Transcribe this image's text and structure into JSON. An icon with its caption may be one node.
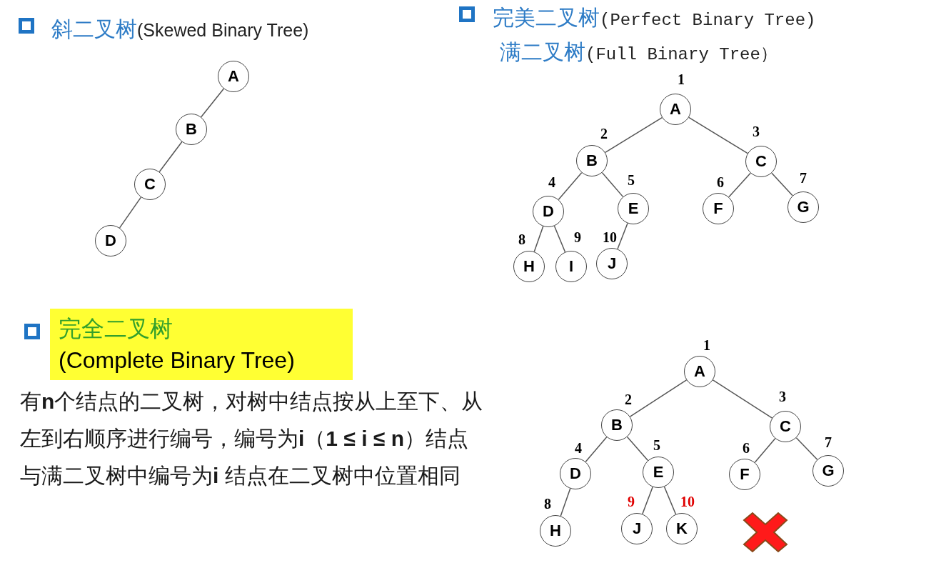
{
  "diagram": {
    "nodes": [
      {
        "text": [
          "A"
        ]
      },
      {
        "text": [
          "B"
        ]
      },
      {
        "text": [
          "C"
        ]
      },
      {
        "text": [
          "D"
        ]
      },
      {
        "text": [
          "A"
        ],
        "beside": [
          "1"
        ]
      },
      {
        "text": [
          "B"
        ],
        "beside": [
          "2"
        ]
      },
      {
        "text": [
          "C"
        ],
        "beside": [
          "3"
        ]
      },
      {
        "text": [
          "D"
        ],
        "beside": [
          "4"
        ]
      },
      {
        "text": [
          "E"
        ],
        "beside": [
          "5"
        ]
      },
      {
        "text": [
          "F"
        ],
        "beside": [
          "6"
        ]
      },
      {
        "text": [
          "G"
        ],
        "beside": [
          "7"
        ]
      },
      {
        "text": [
          "H"
        ],
        "beside": [
          "8"
        ]
      },
      {
        "text": [
          "I"
        ],
        "beside": [
          "9"
        ]
      },
      {
        "text": [
          "J"
        ],
        "beside": [
          "10"
        ]
      },
      {
        "text": [
          "A"
        ],
        "beside": [
          "1"
        ]
      },
      {
        "text": [
          "B"
        ],
        "beside": [
          "2"
        ]
      },
      {
        "text": [
          "C"
        ],
        "beside": [
          "3"
        ]
      },
      {
        "text": [
          "D"
        ],
        "beside": [
          "4"
        ]
      },
      {
        "text": [
          "E"
        ],
        "beside": [
          "5"
        ]
      },
      {
        "text": [
          "F"
        ],
        "beside": [
          "6"
        ]
      },
      {
        "text": [
          "G"
        ],
        "beside": [
          "7"
        ]
      },
      {
        "text": [
          "H"
        ],
        "beside": [
          "8"
        ]
      },
      {
        "text": [
          "J"
        ],
        "beside": [
          "9"
        ]
      },
      {
        "text": [
          "K"
        ],
        "beside": [
          "10"
        ]
      }
    ],
    "edges": [
      {
        "from": 0,
        "to": 1,
        "arrow": "none"
      },
      {
        "from": 1,
        "to": 2,
        "arrow": "none"
      },
      {
        "from": 2,
        "to": 3,
        "arrow": "none"
      },
      {
        "from": 4,
        "to": 5,
        "arrow": "none"
      },
      {
        "from": 4,
        "to": 6,
        "arrow": "none"
      },
      {
        "from": 5,
        "to": 7,
        "arrow": "none"
      },
      {
        "from": 5,
        "to": 8,
        "arrow": "none"
      },
      {
        "from": 6,
        "to": 9,
        "arrow": "none"
      },
      {
        "from": 6,
        "to": 10,
        "arrow": "none"
      },
      {
        "from": 7,
        "to": 11,
        "arrow": "none"
      },
      {
        "from": 7,
        "to": 12,
        "arrow": "none"
      },
      {
        "from": 8,
        "to": 13,
        "arrow": "none"
      },
      {
        "from": 14,
        "to": 15,
        "arrow": "none"
      },
      {
        "from": 14,
        "to": 16,
        "arrow": "none"
      },
      {
        "from": 15,
        "to": 17,
        "arrow": "none"
      },
      {
        "from": 15,
        "to": 18,
        "arrow": "none"
      },
      {
        "from": 16,
        "to": 19,
        "arrow": "none"
      },
      {
        "from": 16,
        "to": 20,
        "arrow": "none"
      },
      {
        "from": 17,
        "to": 21,
        "arrow": "none"
      },
      {
        "from": 18,
        "to": 22,
        "arrow": "none"
      },
      {
        "from": 18,
        "to": 23,
        "arrow": "none"
      }
    ],
    "labels": [
      "斜二叉树",
      "(Skewed Binary Tree)",
      "完美二叉树",
      "(Perfect Binary Tree)",
      "满二叉树",
      "(Full Binary Tree）",
      "完全二叉树",
      "(Complete Binary Tree)",
      "有**n**个结点的二叉树，对树中结点按从上至下、从左到右顺序进行编号，编号为**i**（**1 ≤ i ≤ n**）结点与满二叉树中编号为**i** 结点在二叉树中位置相同"
    ]
  }
}
